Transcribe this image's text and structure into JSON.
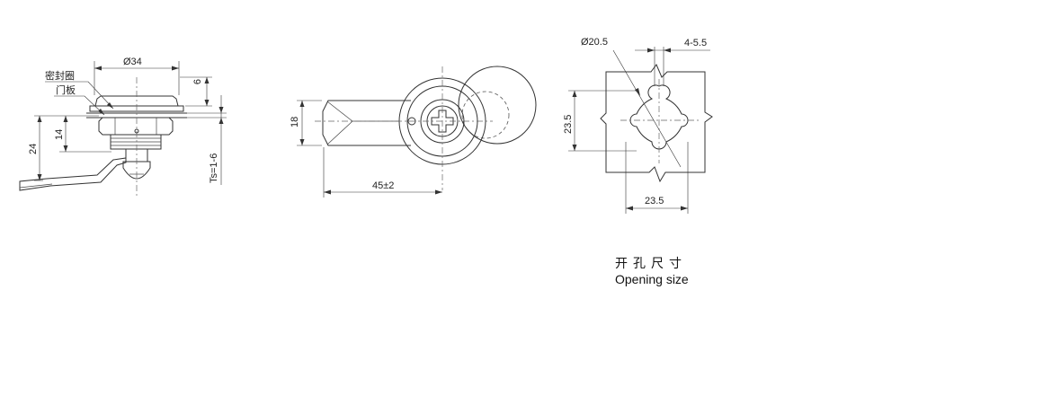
{
  "side_view": {
    "dia_label": "Ø34",
    "height_label": "6",
    "gasket_label": "密封圈",
    "panel_label": "门板",
    "dim24_label": "24",
    "dim14_label": "14",
    "ts_label": "Ts=1-6"
  },
  "front_view": {
    "dim18_label": "18",
    "dim45_label": "45±2"
  },
  "opening_view": {
    "dia_label": "Ø20.5",
    "slot_label": "4-5.5",
    "vert_label": "23.5",
    "horiz_label": "23.5"
  },
  "caption": {
    "zh": "开孔尺寸",
    "en": "Opening size"
  }
}
